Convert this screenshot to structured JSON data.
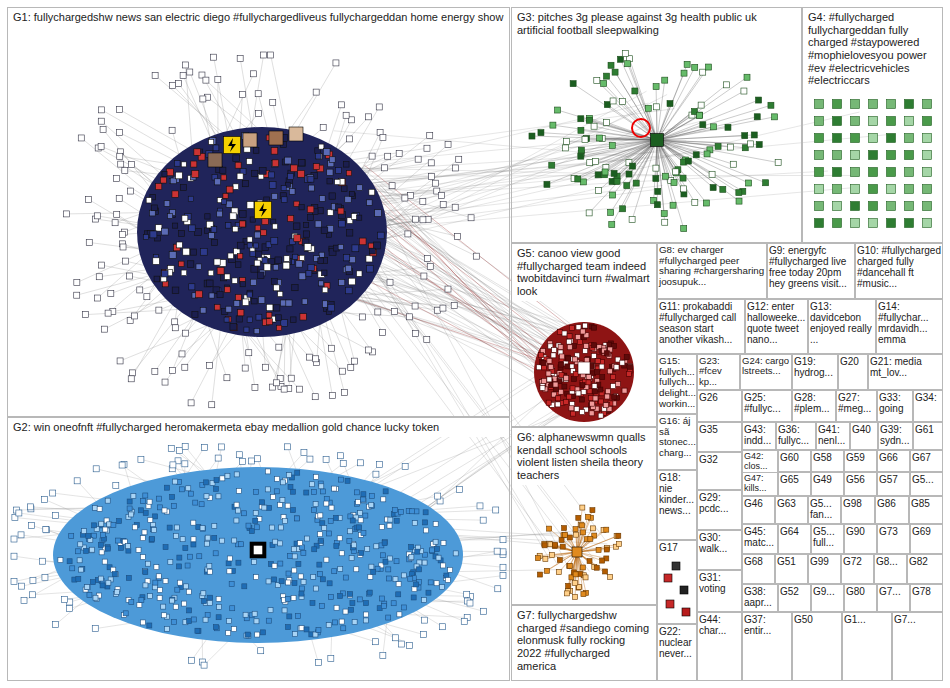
{
  "diagram": {
    "nodes": [
      {
        "text": [
          "G1: fullychargedshw news san electric diego #fullychargedliveus fullychargeddan home energy show"
        ]
      },
      {
        "text": [
          "G3: pitches 3g please against 3g health public uk artificial football sleepwalking"
        ]
      },
      {
        "text": [
          "G4: #fullycharged fullychargeddan fully charged #staypowered #mophielovesyou power #ev #electricvehicles #electriccars"
        ]
      },
      {
        "text": [
          "G5: canoo view good #fullycharged team indeed twobitdavinci turn #walmart look"
        ]
      },
      {
        "text": [
          "G8: ev charger #fullycharged peer sharing #chargersharing joosupuk..."
        ]
      },
      {
        "text": [
          "G9: energyfc #fullycharged live free today 20pm hey greens visit..."
        ]
      },
      {
        "text": [
          "G10: #fullycharged charged fully #dancehall ft #music..."
        ]
      },
      {
        "text": [
          "G11: prokabaddi #fullycharged call season start another vikash..."
        ]
      },
      {
        "text": [
          "G12: enter halloweeke... quote tweet nano..."
        ]
      },
      {
        "text": [
          "G13: davidcebon enjoyed really ..."
        ]
      },
      {
        "text": [
          "G14: #fullychar... mrdavidh... emma"
        ]
      },
      {
        "text": [
          "G15: fullych... fullych... delight... workin..."
        ]
      },
      {
        "text": [
          "G23: #fcev kp..."
        ]
      },
      {
        "text": [
          "G24: cargo lstreets..."
        ]
      },
      {
        "text": [
          "G19: hydrog..."
        ]
      },
      {
        "text": [
          "G20"
        ]
      },
      {
        "text": [
          "G21: media mt_lov..."
        ]
      },
      {
        "text": [
          "G2: win oneofnft #fullycharged heromakermeta ebay medallion gold chance lucky token"
        ]
      },
      {
        "text": [
          "G6: alphanewswmn qualls kendall school schools violent listen sheila theory teachers"
        ]
      },
      {
        "text": [
          "G16: áj sã stonec... charg..."
        ]
      },
      {
        "text": [
          "G26"
        ]
      },
      {
        "text": [
          "G35"
        ]
      },
      {
        "text": [
          "G32"
        ]
      },
      {
        "text": [
          "G29: pcdc..."
        ]
      },
      {
        "text": [
          "G30: walk..."
        ]
      },
      {
        "text": [
          "G31: voting"
        ]
      },
      {
        "text": [
          "G44: char..."
        ]
      },
      {
        "text": [
          "G18: nie kinder... news..."
        ]
      },
      {
        "text": [
          "G17"
        ]
      },
      {
        "text": [
          "G22: nuclear never..."
        ]
      },
      {
        "text": [
          "G7: fullychargedshw charged #sandiego coming elonmusk fully rocking 2022 #fullycharged america"
        ]
      },
      {
        "text": [
          "G25: #fullyc..."
        ]
      },
      {
        "text": [
          "G28: #plem..."
        ]
      },
      {
        "text": [
          "G27: #meg..."
        ]
      },
      {
        "text": [
          "G33: going"
        ]
      },
      {
        "text": [
          "G34:"
        ]
      },
      {
        "text": [
          "G43: indd..."
        ]
      },
      {
        "text": [
          "G36: fullyc..."
        ]
      },
      {
        "text": [
          "G41: nenl..."
        ]
      },
      {
        "text": [
          "G40"
        ]
      },
      {
        "text": [
          "G39: sydn..."
        ]
      },
      {
        "text": [
          "G61"
        ]
      },
      {
        "text": [
          "G42: clos..."
        ]
      },
      {
        "text": [
          "G60"
        ]
      },
      {
        "text": [
          "G58"
        ]
      },
      {
        "text": [
          "G59"
        ]
      },
      {
        "text": [
          "G66"
        ]
      },
      {
        "text": [
          "G67"
        ]
      },
      {
        "text": [
          "G47: kills..."
        ]
      },
      {
        "text": [
          "G65"
        ]
      },
      {
        "text": [
          "G49"
        ]
      },
      {
        "text": [
          "G56"
        ]
      },
      {
        "text": [
          "G57"
        ]
      },
      {
        "text": [
          "G5..."
        ]
      },
      {
        "text": [
          "G46"
        ]
      },
      {
        "text": [
          "G63"
        ]
      },
      {
        "text": [
          "G5... fan..."
        ]
      },
      {
        "text": [
          "G98"
        ]
      },
      {
        "text": [
          "G86"
        ]
      },
      {
        "text": [
          "G85"
        ]
      },
      {
        "text": [
          "G45: matc..."
        ]
      },
      {
        "text": [
          "G64"
        ]
      },
      {
        "text": [
          "G5... full..."
        ]
      },
      {
        "text": [
          "G90"
        ]
      },
      {
        "text": [
          "G73"
        ]
      },
      {
        "text": [
          "G69"
        ]
      },
      {
        "text": [
          "G68"
        ]
      },
      {
        "text": [
          "G51"
        ]
      },
      {
        "text": [
          "G99"
        ]
      },
      {
        "text": [
          "G72"
        ]
      },
      {
        "text": [
          "G8..."
        ]
      },
      {
        "text": [
          "G82"
        ]
      },
      {
        "text": [
          "G38: aapr..."
        ]
      },
      {
        "text": [
          "G52"
        ]
      },
      {
        "text": [
          "G9..."
        ]
      },
      {
        "text": [
          "G80"
        ]
      },
      {
        "text": [
          "G7..."
        ]
      },
      {
        "text": [
          "G78"
        ]
      },
      {
        "text": [
          "G37: entir..."
        ]
      },
      {
        "text": [
          "G50"
        ]
      },
      {
        "text": [
          "G1..."
        ]
      },
      {
        "text": [
          "G7..."
        ]
      }
    ]
  }
}
